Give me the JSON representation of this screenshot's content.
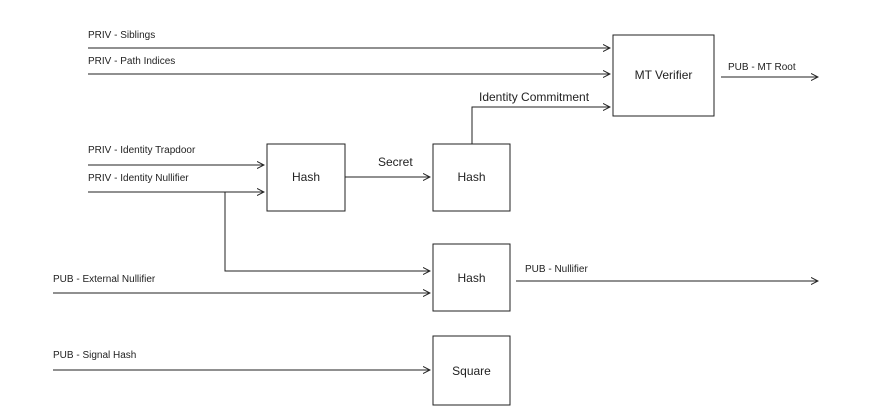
{
  "inputs": {
    "siblings": "PRIV - Siblings",
    "path_indices": "PRIV - Path Indices",
    "identity_trapdoor": "PRIV - Identity Trapdoor",
    "identity_nullifier": "PRIV - Identity Nullifier",
    "external_nullifier": "PUB - External Nullifier",
    "signal_hash": "PUB - Signal Hash"
  },
  "blocks": {
    "mt_verifier": "MT Verifier",
    "hash_secret": "Hash",
    "hash_commitment": "Hash",
    "hash_nullifier": "Hash",
    "square": "Square"
  },
  "signals": {
    "secret": "Secret",
    "identity_commitment": "Identity Commitment",
    "mt_root": "PUB - MT Root",
    "nullifier": "PUB - Nullifier"
  }
}
